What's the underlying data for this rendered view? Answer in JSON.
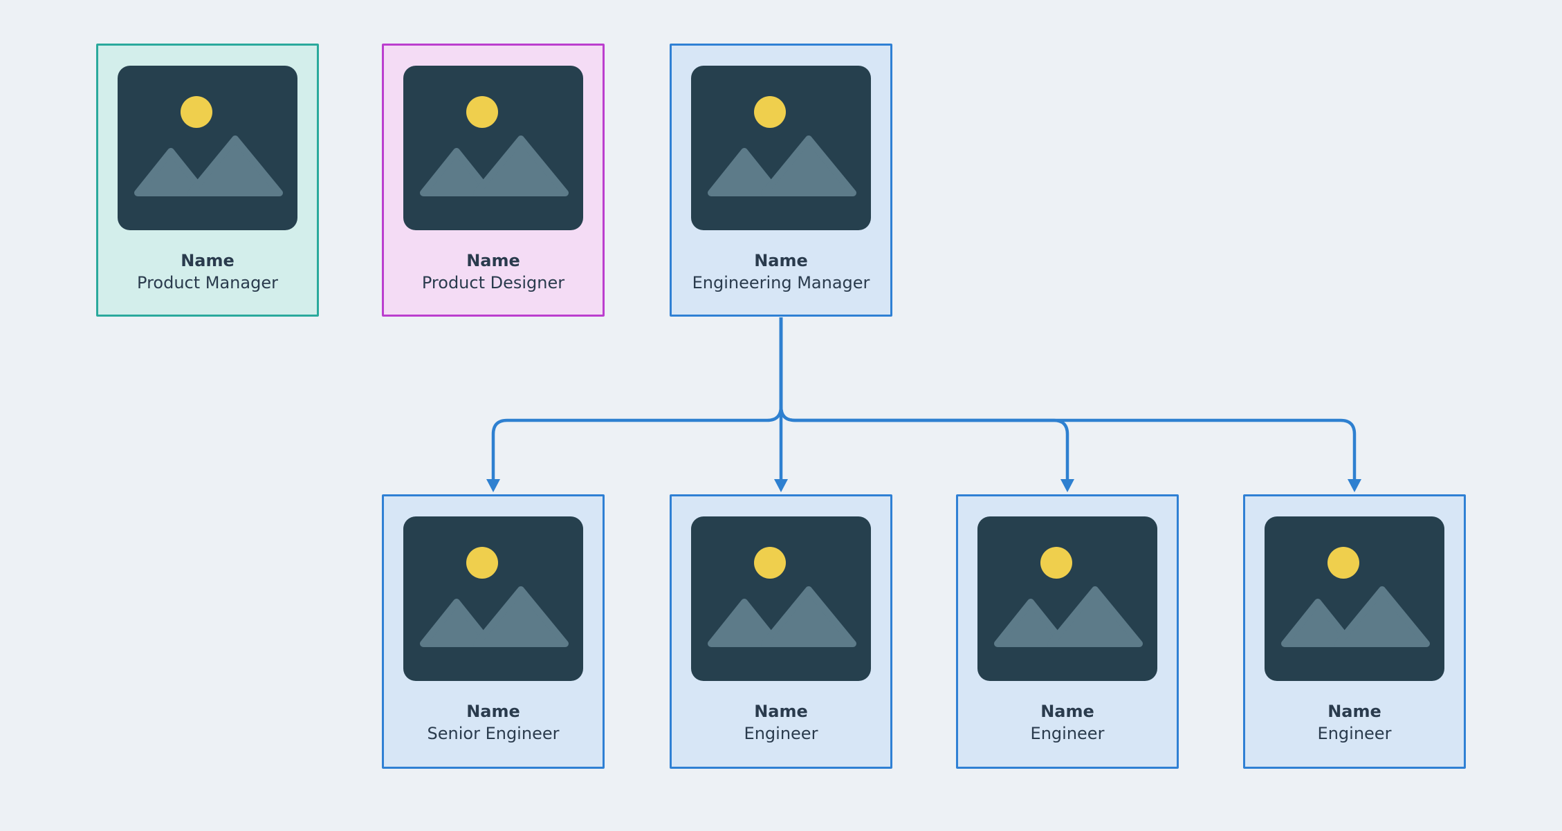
{
  "diagram": {
    "type": "org-chart",
    "background": "#EDF1F5"
  },
  "cards": [
    {
      "id": "product-manager",
      "name": "Name",
      "role": "Product Manager",
      "accent": "#2AA99C",
      "fill": "#D3EEEB"
    },
    {
      "id": "product-designer",
      "name": "Name",
      "role": "Product Designer",
      "accent": "#BB3ECE",
      "fill": "#F4DCF5"
    },
    {
      "id": "engineering-manager",
      "name": "Name",
      "role": "Engineering Manager",
      "accent": "#2F80D4",
      "fill": "#D7E6F6"
    },
    {
      "id": "senior-engineer",
      "name": "Name",
      "role": "Senior Engineer",
      "accent": "#2F80D4",
      "fill": "#D7E6F6"
    },
    {
      "id": "engineer-1",
      "name": "Name",
      "role": "Engineer",
      "accent": "#2F80D4",
      "fill": "#D7E6F6"
    },
    {
      "id": "engineer-2",
      "name": "Name",
      "role": "Engineer",
      "accent": "#2F80D4",
      "fill": "#D7E6F6"
    },
    {
      "id": "engineer-3",
      "name": "Name",
      "role": "Engineer",
      "accent": "#2F80D4",
      "fill": "#D7E6F6"
    }
  ],
  "hierarchy": {
    "from": "engineering-manager",
    "to": [
      "senior-engineer",
      "engineer-1",
      "engineer-2",
      "engineer-3"
    ],
    "connector_color": "#2E80D0"
  },
  "icons": {
    "image_placeholder": "image-placeholder-icon",
    "sun": "sun-icon",
    "mountains": "mountains-icon",
    "photo_colors": {
      "frame": "#26404E",
      "sun": "#EFCF4D",
      "mountains": "#5D7B89"
    }
  }
}
